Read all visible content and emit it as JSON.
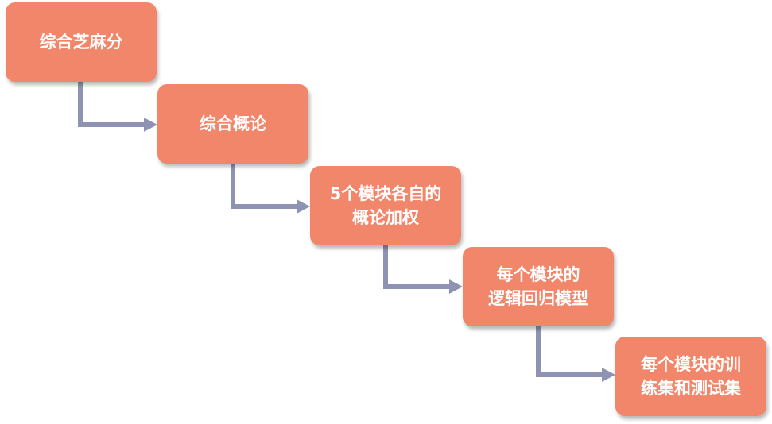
{
  "steps": [
    {
      "lines": [
        "综合芝麻分"
      ]
    },
    {
      "lines": [
        "综合概论"
      ]
    },
    {
      "lines": [
        "5个模块各自的",
        "概论加权"
      ]
    },
    {
      "lines": [
        "每个模块的",
        "逻辑回归模型"
      ]
    },
    {
      "lines": [
        "每个模块的训",
        "练集和测试集"
      ]
    }
  ],
  "colors": {
    "box_fill": "#f2866a",
    "box_text": "#ffffff",
    "connector": "#8e93b4"
  }
}
